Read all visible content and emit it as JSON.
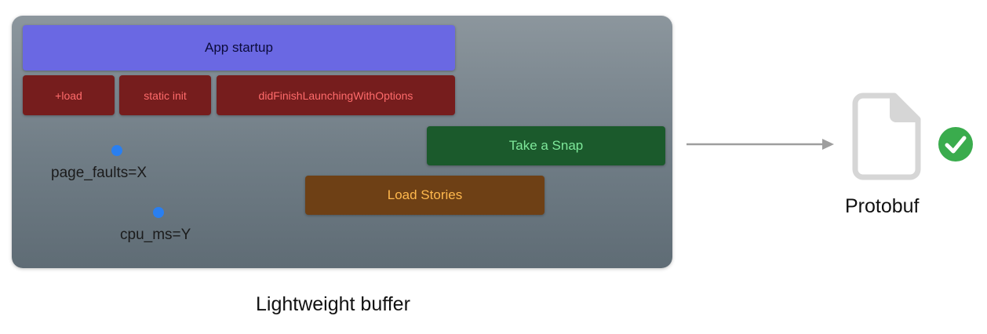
{
  "buffer": {
    "caption": "Lightweight buffer",
    "spans": {
      "app_startup": "App startup",
      "load": "+load",
      "static_init": "static init",
      "did_finish": "didFinishLaunchingWithOptions",
      "take_snap": "Take a Snap",
      "load_stories": "Load Stories"
    },
    "metrics": {
      "page_faults": "page_faults=X",
      "cpu_ms": "cpu_ms=Y"
    }
  },
  "output": {
    "label": "Protobuf",
    "file_icon": "document-icon",
    "status_icon": "check-circle-icon",
    "status_color": "#3aac4d"
  },
  "colors": {
    "app_startup": "#6a68e3",
    "red_span": "#761d1d",
    "take_snap": "#1b5a2c",
    "load_stories": "#6e4015",
    "metric_dot": "#2a7ff0"
  }
}
